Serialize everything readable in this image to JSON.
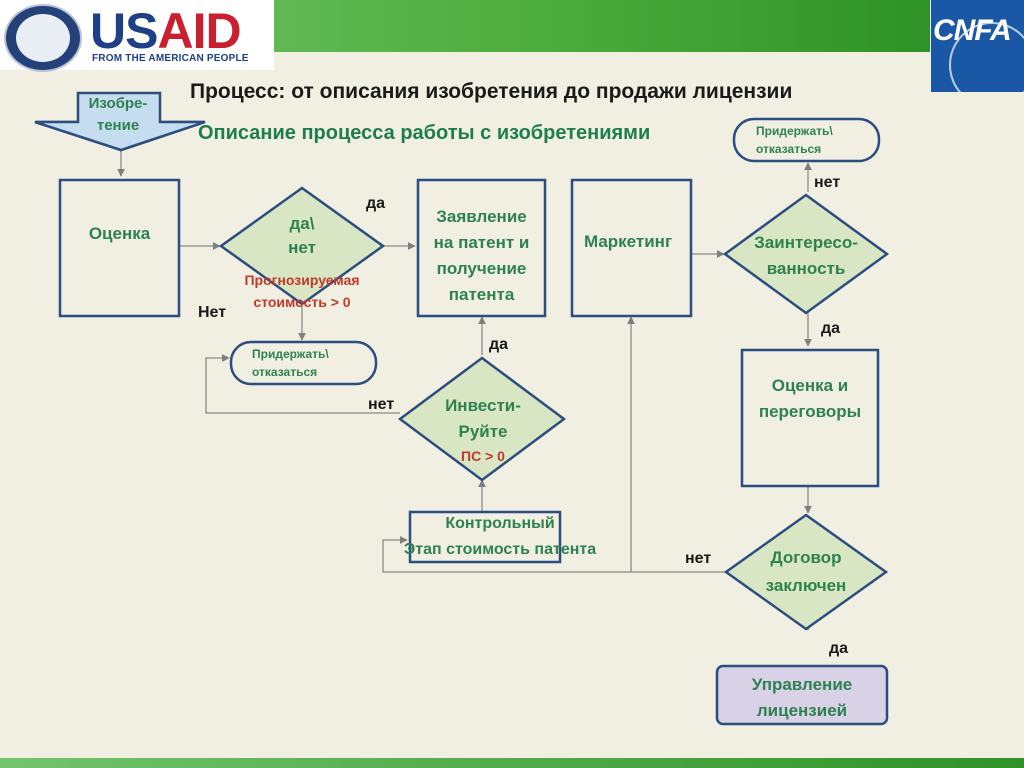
{
  "header": {
    "usaid_logo_text": "USAID",
    "usaid_tagline": "FROM THE AMERICAN PEOPLE",
    "cnfa_logo_text": "CNFA"
  },
  "title": "Процесс: от описания изобретения до продажи лицензии",
  "subtitle": "Описание процесса работы с изобретениями",
  "nodes": {
    "invention": [
      "Изобре-",
      "тение"
    ],
    "assessment": "Оценка",
    "decision_value": {
      "line1": "да\\",
      "line2": "нет",
      "line3": "Прогнозируемая",
      "line4": "стоимость > 0"
    },
    "patent_application": [
      "Заявление",
      "на патент и",
      "получение",
      "патента"
    ],
    "marketing": "Маркетинг",
    "interest": [
      "Заинтересо-",
      "ванность"
    ],
    "hold_top": [
      "Придержать\\",
      "отказаться"
    ],
    "hold_left": [
      "Придержать\\",
      "отказаться"
    ],
    "invest": {
      "line1": "Инвести-",
      "line2": "Руйте",
      "line3": "ПС > 0"
    },
    "evaluation_negotiation": [
      "Оценка и",
      "переговоры"
    ],
    "checkpoint": [
      "Контрольный",
      "Этап стоимость патента"
    ],
    "contract": [
      "Договор",
      "заключен"
    ],
    "license_management": [
      "Управление",
      "лицензией"
    ]
  },
  "edge_labels": {
    "value_yes": "да",
    "value_no": "Нет",
    "interest_no": "нет",
    "interest_yes": "да",
    "invest_yes": "да",
    "invest_no": "нет",
    "contract_no": "нет",
    "contract_yes": "да"
  },
  "colors": {
    "box_border": "#2c4d80",
    "diamond_fill": "#d8e6c4",
    "final_fill": "#d9d2e6",
    "arrow_fill": "#c6dcef",
    "title_green": "#1d7e4a",
    "label_red": "#c0392b"
  }
}
